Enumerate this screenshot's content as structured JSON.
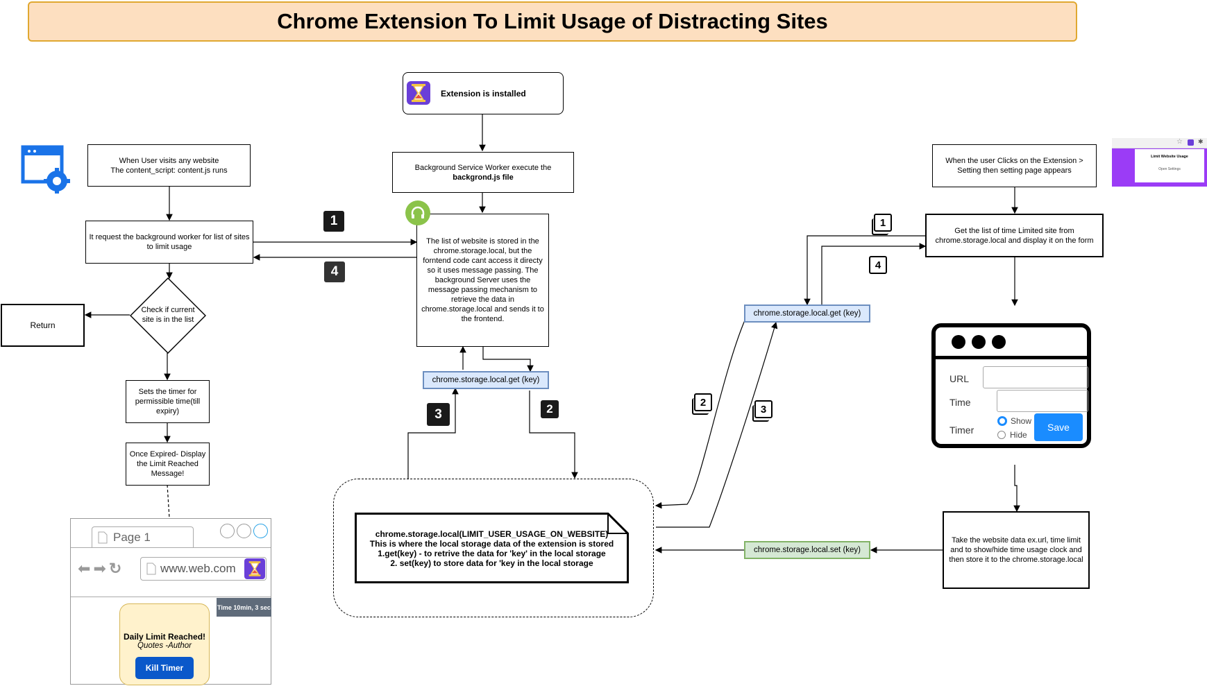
{
  "title": "Chrome Extension To Limit Usage of Distracting Sites",
  "nodes": {
    "installed": "Extension is installed",
    "background_line1": "Background Service Worker execute the",
    "background_line2": "backgrond.js file",
    "storage_desc": "The list of website is stored in the chrome.storage.local, but the forntend code cant access it directy so it uses message passing. The background Server uses the message passing mechanism to retrieve the data in chrome.storage.local and  sends it to the frontend.",
    "visit_line1": "When User visits any website",
    "visit_line2": "The content_script: content.js runs",
    "request": "It request the background worker for list of sites to limit usage",
    "check": "Check if current site is in the list",
    "return": "Return",
    "timer": "Sets the timer for permissible time(till expiry)",
    "expired": "Once Expired- Display the Limit Reached Message!",
    "local_line1": "chrome.storage.local(LIMIT_USER_USAGE_ON_WEBSITE)",
    "local_line2": "This is where the local storage data of the extension is stored",
    "local_line3": "1.get(key) - to retrive the data for 'key' in the local storage",
    "local_line4": "2. set(key) to store data for 'key in the local storage",
    "click_ext": "When the user Clicks on the Extension > Setting then setting page appears",
    "get_list": "Get the list of time Limited site from chrome.storage.local and display it on the form",
    "take_data": "Take the website data ex.url, time limit and to show/hide time usage clock and then store it to the chrome.storage.local"
  },
  "pills": {
    "get_center": "chrome.storage.local.get (key)",
    "get_right": "chrome.storage.local.get (key)",
    "set_right": "chrome.storage.local.set (key)"
  },
  "badges": {
    "b1": "1",
    "b2": "2",
    "b3": "3",
    "b4": "4",
    "r1": "1",
    "r2": "2",
    "r3": "3",
    "r4": "4"
  },
  "settings_form": {
    "url_label": "URL",
    "time_label": "Time",
    "timer_label": "Timer",
    "show": "Show",
    "hide": "Hide",
    "save": "Save"
  },
  "popup_thumb": {
    "title": "Limit Website Usage",
    "link": "Open Settings"
  },
  "browser": {
    "tab": "Page 1",
    "url": "www.web.com",
    "time_badge": "Time 10min, 3 sec",
    "card_title": "Daily Limit Reached!",
    "card_quote": "Quotes -Author",
    "kill": "Kill Timer"
  },
  "colors": {
    "title_bg": "#fddfc0",
    "title_border": "#e0a830",
    "pill_blue_bg": "#dae8fc",
    "pill_blue_border": "#6c8ebf",
    "pill_green_bg": "#d5e8d4",
    "pill_green_border": "#82b366",
    "save_blue": "#1a8cff",
    "kill_blue": "#0a58ca",
    "hourglass_bg": "#6a3fd8",
    "gear_blue": "#1a73e8"
  }
}
